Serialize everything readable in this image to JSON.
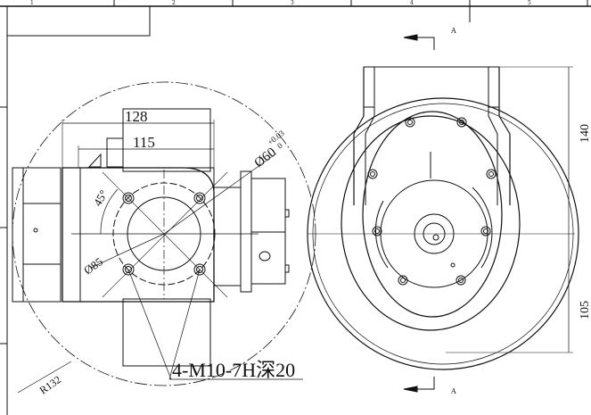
{
  "frame": {
    "zone_numbers": [
      "1",
      "2",
      "3",
      "4",
      "5"
    ]
  },
  "section_markers": [
    {
      "label": "A"
    },
    {
      "label": "A"
    }
  ],
  "dimensions": {
    "width_128": "128",
    "width_115": "115",
    "angle": "45°",
    "bore_diameter": "Ø60",
    "bore_tolerance_upper": "+0.03",
    "bore_tolerance_lower": "0",
    "bolt_circle": "Ø85",
    "radius": "R132",
    "height_upper": "140",
    "height_lower": "105",
    "thread_callout": "4-M10-7H深20"
  },
  "colors": {
    "line": "#111111",
    "background": "#ffffff"
  }
}
